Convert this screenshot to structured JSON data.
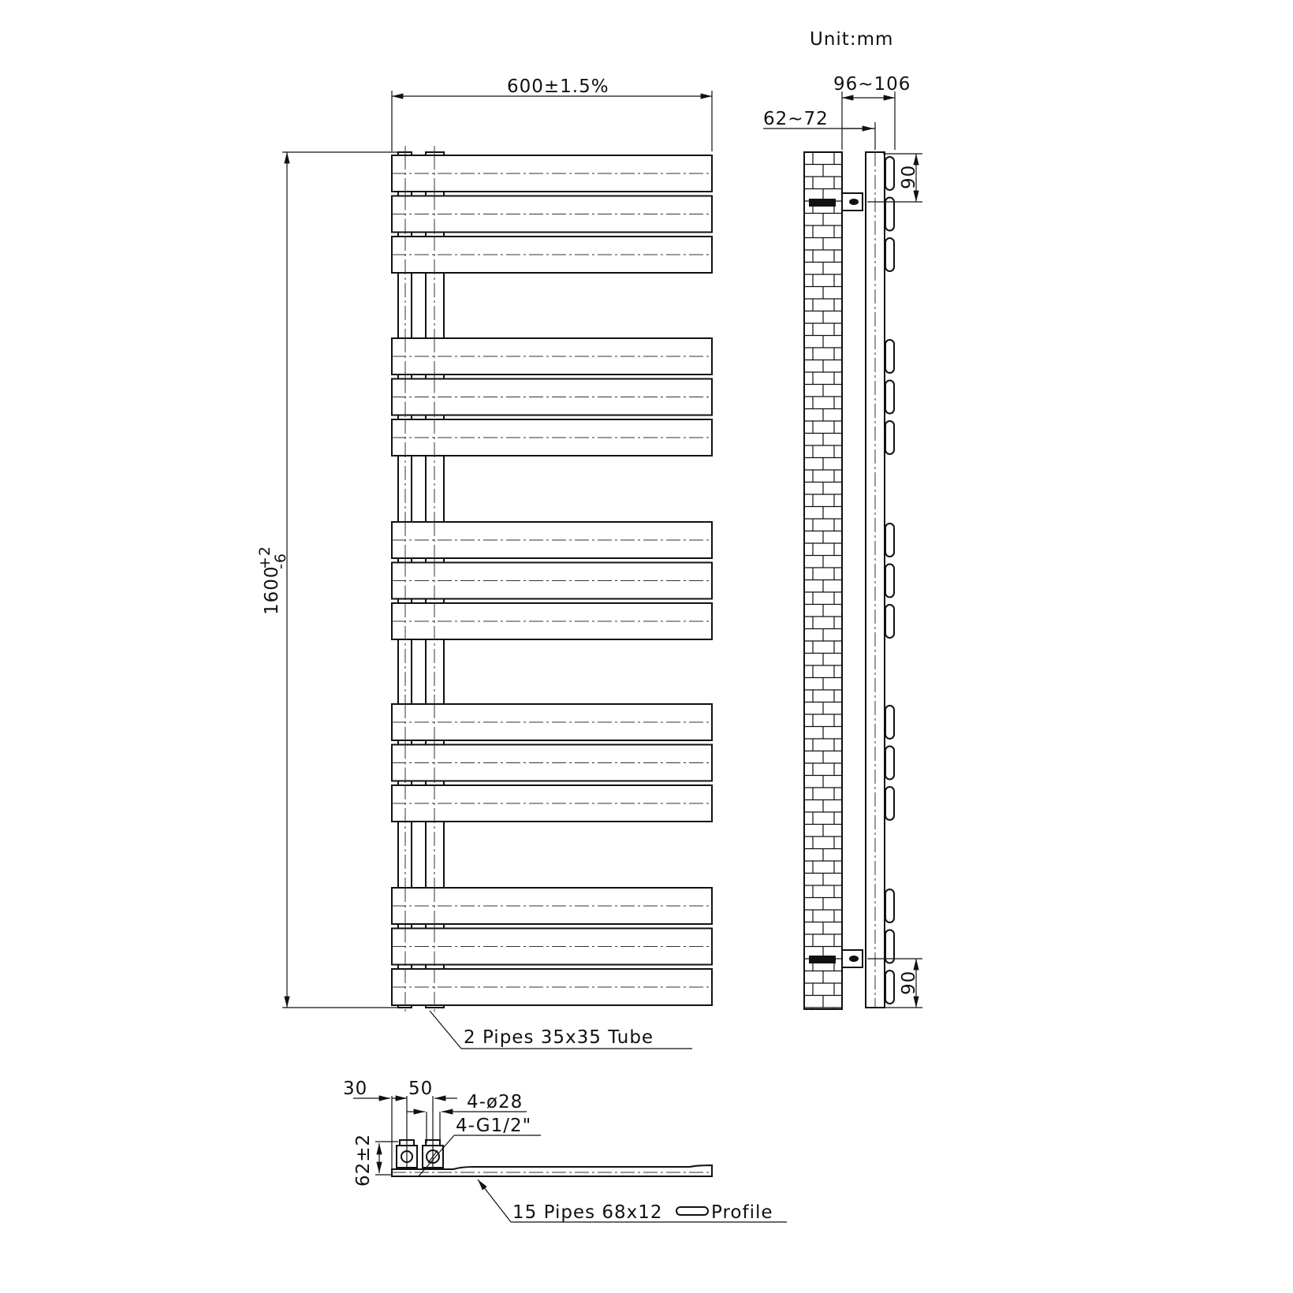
{
  "title": "Unit:mm",
  "colors": {
    "line": "#111111",
    "background": "#ffffff"
  },
  "front_view": {
    "width_dim": "600±1.5%",
    "height_dim": {
      "base": "1600",
      "upper_tol": "+2",
      "lower_tol": "-6"
    },
    "pipe_label": "2 Pipes 35x35 Tube",
    "bar_groups": 5,
    "bars_per_group": 3
  },
  "side_view": {
    "dim_total_depth": "96~106",
    "dim_wall_to_center": "62~72",
    "dim_top_bracket": "90",
    "dim_bottom_bracket": "90"
  },
  "bottom_view": {
    "dim_edge": "30",
    "dim_centers": "50",
    "dim_diameter": "4-ø28",
    "dim_thread": "4-G1/2\"",
    "dim_height": "62±2",
    "profile_label": "15 Pipes 68x12",
    "profile_suffix": "Profile"
  }
}
